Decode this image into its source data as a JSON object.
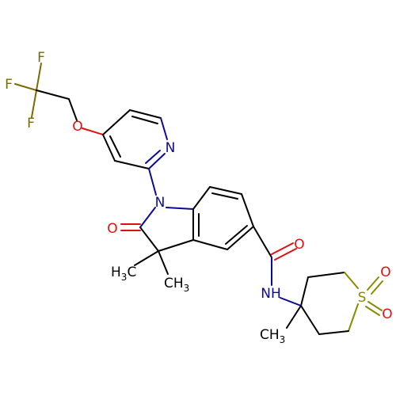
{
  "colors": {
    "carbon": "#000000",
    "nitrogen": "#0a0a96",
    "oxygen": "#e01010",
    "fluorine": "#7a6a00",
    "sulfur": "#8a8a00"
  },
  "atoms": {
    "f1": "F",
    "f2": "F",
    "f3": "F",
    "o_ether": "O",
    "n_pyridine": "N",
    "n_indole": "N",
    "o_lactam": "O",
    "o_amide": "O",
    "nh_amide": "NH",
    "s_ring": "S",
    "o_s1": "O",
    "o_s2": "O",
    "methyl_1": {
      "main": "H",
      "sub": "3",
      "tail": "C"
    },
    "methyl_2": {
      "main": "CH",
      "sub": "3"
    },
    "methyl_3": {
      "main": "CH",
      "sub": "3"
    }
  }
}
